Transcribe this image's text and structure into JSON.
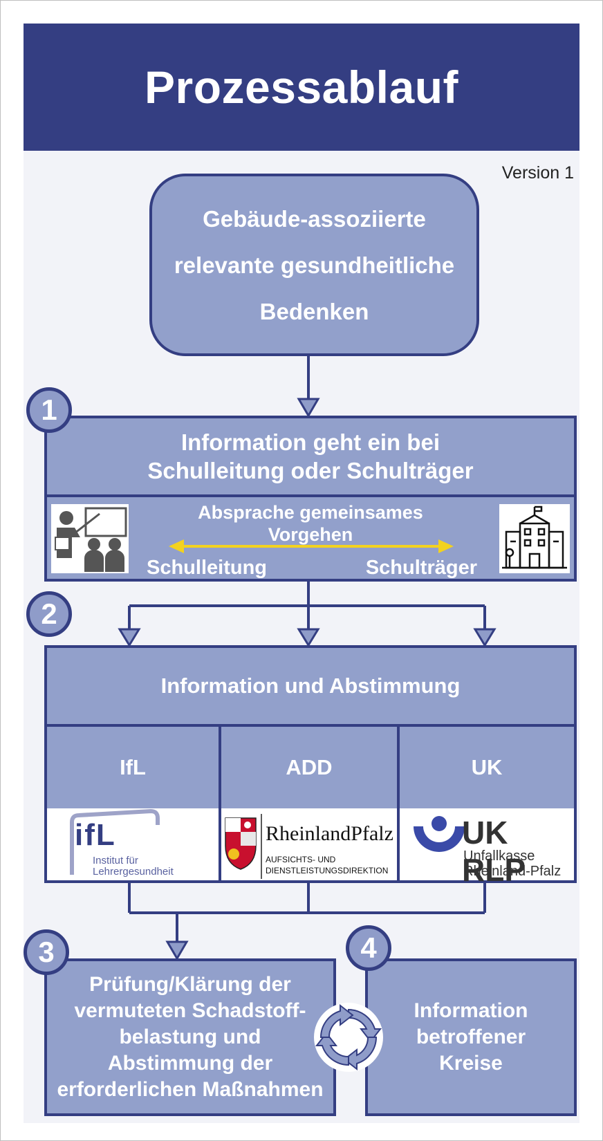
{
  "header": {
    "title": "Prozessablauf"
  },
  "version": "Version 1",
  "start": {
    "line1": "Gebäude-assoziierte",
    "line2": "relevante gesundheitliche",
    "line3": "Bedenken"
  },
  "step1": {
    "number": "1",
    "title_line1": "Information geht ein bei",
    "title_line2": "Schulleitung oder Schulträger",
    "exchange_line1": "Absprache gemeinsames",
    "exchange_line2": "Vorgehen",
    "left_label": "Schulleitung",
    "right_label": "Schulträger",
    "arrow_color": "#f3d21f"
  },
  "step2": {
    "number": "2",
    "title": "Information und Abstimmung",
    "columns": [
      {
        "name": "IfL",
        "logo_text": "ifL",
        "logo_sub1": "Institut für",
        "logo_sub2": "Lehrergesundheit"
      },
      {
        "name": "ADD",
        "logo_text": "RheinlandPfalz",
        "logo_sub1": "AUFSICHTS- UND",
        "logo_sub2": "DIENSTLEISTUNGSDIREKTION"
      },
      {
        "name": "UK",
        "logo_text": "UK RLP",
        "logo_sub1": "Unfallkasse",
        "logo_sub2": "Rheinland-Pfalz"
      }
    ]
  },
  "step3": {
    "number": "3",
    "line1": "Prüfung/Klärung der",
    "line2": "vermuteten Schadstoff-",
    "line3": "belastung und",
    "line4": "Abstimmung der",
    "line5": "erforderlichen Maßnahmen"
  },
  "step4": {
    "number": "4",
    "line1": "Information",
    "line2": "betroffener",
    "line3": "Kreise"
  },
  "colors": {
    "dark": "#343e82",
    "box": "#92a0cb",
    "panel": "#f2f3f8"
  }
}
